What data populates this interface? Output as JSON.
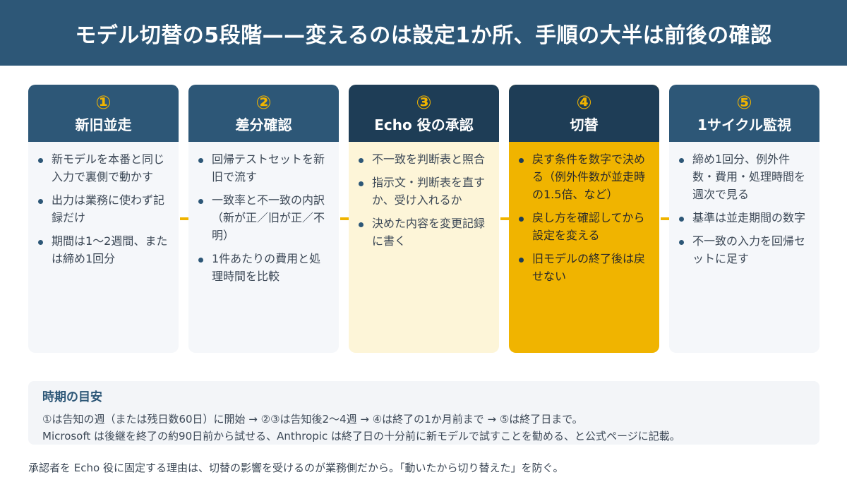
{
  "header": {
    "title": "モデル切替の5段階——変えるのは設定1か所、手順の大半は前後の確認"
  },
  "steps": [
    {
      "num": "①",
      "title": "新旧並走",
      "items": [
        "新モデルを本番と同じ入力で裏側で動かす",
        "出力は業務に使わず記録だけ",
        "期間は1〜2週間、または締め1回分"
      ]
    },
    {
      "num": "②",
      "title": "差分確認",
      "items": [
        "回帰テストセットを新旧で流す",
        "一致率と不一致の内訳（新が正／旧が正／不明）",
        "1件あたりの費用と処理時間を比較"
      ]
    },
    {
      "num": "③",
      "title": "Echo 役の承認",
      "items": [
        "不一致を判断表と照合",
        "指示文・判断表を直すか、受け入れるか",
        "決めた内容を変更記録に書く"
      ]
    },
    {
      "num": "④",
      "title": "切替",
      "items": [
        "戻す条件を数字で決める（例外件数が並走時の1.5倍、など）",
        "戻し方を確認してから設定を変える",
        "旧モデルの終了後は戻せない"
      ]
    },
    {
      "num": "⑤",
      "title": "1サイクル監視",
      "items": [
        "締め1回分、例外件数・費用・処理時間を週次で見る",
        "基準は並走期間の数字",
        "不一致の入力を回帰セットに足す"
      ]
    }
  ],
  "timing": {
    "title": "時期の目安",
    "line1": "①は告知の週（または残日数60日）に開始 → ②③は告知後2〜4週 → ④は終了の1か月前まで → ⑤は終了日まで。",
    "line2": "Microsoft は後継を終了の約90日前から試せる、Anthropic は終了日の十分前に新モデルで試すことを勧める、と公式ページに記載。"
  },
  "footnote": "承認者を Echo 役に固定する理由は、切替の影響を受けるのが業務側だから。「動いたから切り替えた」を防ぐ。",
  "colors": {
    "header_bg": "#2d5777",
    "accent_yellow": "#f0b400",
    "dark_navy": "#1e3d56",
    "review_bg": "#fdf5d8",
    "card_bg": "#f5f7fa"
  }
}
